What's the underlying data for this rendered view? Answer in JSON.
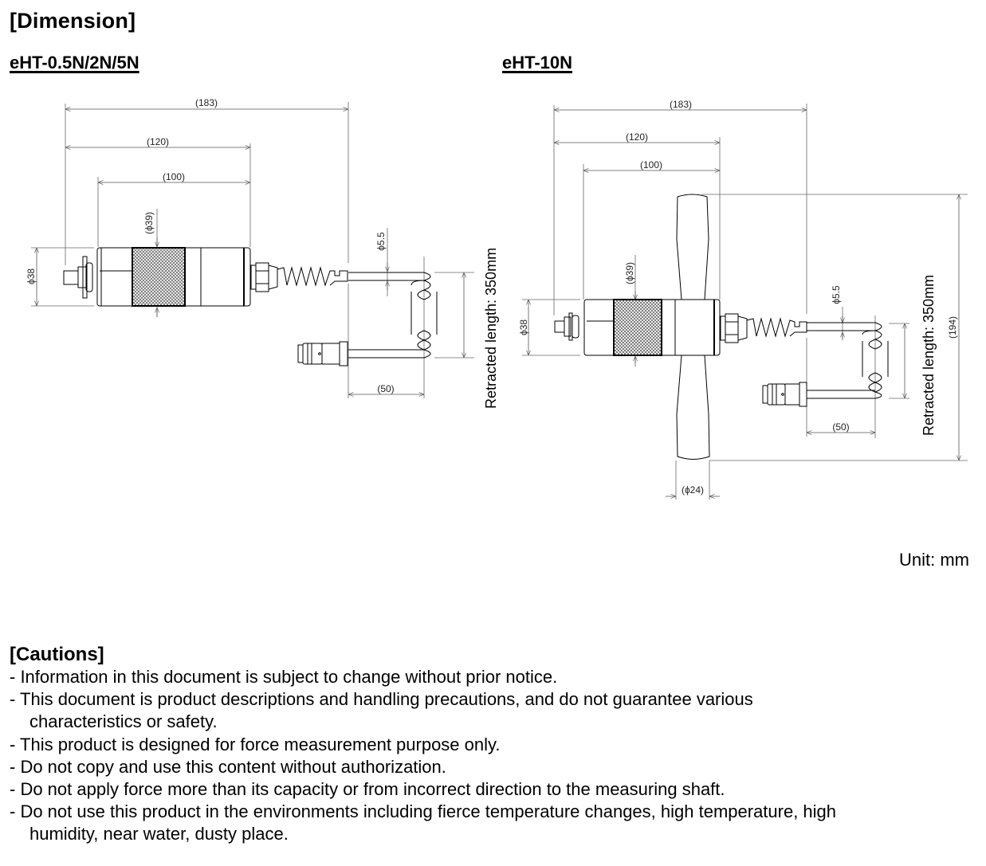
{
  "header": {
    "title": "[Dimension]"
  },
  "drawings": [
    {
      "model": "eHT-0.5N/2N/5N",
      "dimensions": {
        "overall_length": "(183)",
        "body_with_tip": "(120)",
        "body_length": "(100)",
        "knurl_diameter": "(ϕ39)",
        "body_diameter": "ϕ38",
        "cable_diameter": "ϕ5.5",
        "cable_offset": "(50)"
      },
      "retracted_length": "Retracted length: 350mm"
    },
    {
      "model": "eHT-10N",
      "dimensions": {
        "overall_length": "(183)",
        "body_with_tip": "(120)",
        "body_length": "(100)",
        "knurl_diameter": "(ϕ39)",
        "body_diameter": "ϕ38",
        "cable_diameter": "ϕ5.5",
        "cable_offset": "(50)",
        "handle_span": "(194)",
        "handle_diameter": "(ϕ24)"
      },
      "retracted_length": "Retracted length: 350mm"
    }
  ],
  "unit_label": "Unit: mm",
  "cautions": {
    "title": "[Cautions]",
    "items": [
      {
        "text": "- Information in this document is subject to change without prior notice."
      },
      {
        "text": "- This document is product descriptions and handling precautions, and do not guarantee various",
        "cont": "characteristics or safety."
      },
      {
        "text": "- This product is designed for force measurement purpose only."
      },
      {
        "text": "- Do not copy and use this content without authorization."
      },
      {
        "text": "- Do not apply force more than its capacity or from incorrect direction to the measuring shaft."
      },
      {
        "text": "- Do not use this product in the environments including fierce temperature changes, high temperature, high",
        "cont": "humidity, near water, dusty place."
      }
    ]
  }
}
